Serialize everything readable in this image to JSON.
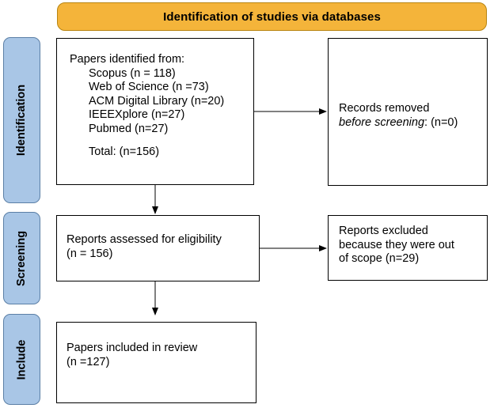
{
  "header": {
    "title": "Identification of studies via databases"
  },
  "phases": {
    "identification": "Identification",
    "screening": "Screening",
    "include": "Include"
  },
  "identified": {
    "heading": "Papers identified from:",
    "sources": [
      "Scopus (n = 118)",
      "Web of Science (n =73)",
      "ACM Digital Library (n=20)",
      "IEEEXplore (n=27)",
      "Pubmed (n=27)"
    ],
    "total": "Total: (n=156)"
  },
  "removed": {
    "line1": "Records removed",
    "line2_italic": "before screening",
    "line2_rest": ": (n=0)"
  },
  "assessed": {
    "line1": "Reports assessed for eligibility",
    "line2": "(n = 156)"
  },
  "excluded": {
    "line1": "Reports excluded",
    "line2": "because they were out",
    "line3": "of scope (n=29)"
  },
  "included": {
    "line1": "Papers included in review",
    "line2": "(n =127)"
  }
}
